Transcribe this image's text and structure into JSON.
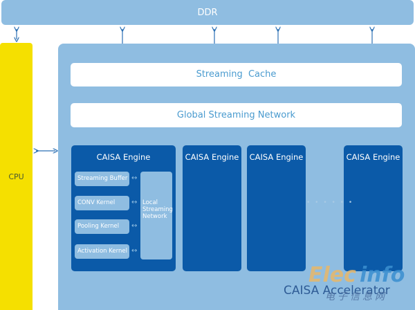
{
  "ddr": {
    "label": "DDR"
  },
  "cpu": {
    "label": "CPU"
  },
  "accelerator": {
    "label": "CAISA Accelerator"
  },
  "streaming_cache": {
    "label": "Streaming  Cache"
  },
  "global_streaming_network": {
    "label": "Global Streaming Network"
  },
  "engines": [
    {
      "title": "CAISA Engine"
    },
    {
      "title": "CAISA Engine"
    },
    {
      "title": "CAISA Engine"
    },
    {
      "title": "CAISA Engine"
    }
  ],
  "engine_detail": {
    "kernels": [
      "Streaming Buffer",
      "CONV Kernel",
      "Pooling Kernel",
      "Activation Kernel"
    ],
    "local_network": "Local Streaming Network",
    "arrow": "↔"
  },
  "ellipsis": "• • • • • •",
  "watermark": {
    "part1": "Elec",
    "part2": "info",
    "sub": "电子信息网"
  },
  "colors": {
    "ddr": "#8fbde1",
    "cpu": "#f5e000",
    "engine": "#0b5aa8",
    "arrow": "#2a6fb3"
  }
}
